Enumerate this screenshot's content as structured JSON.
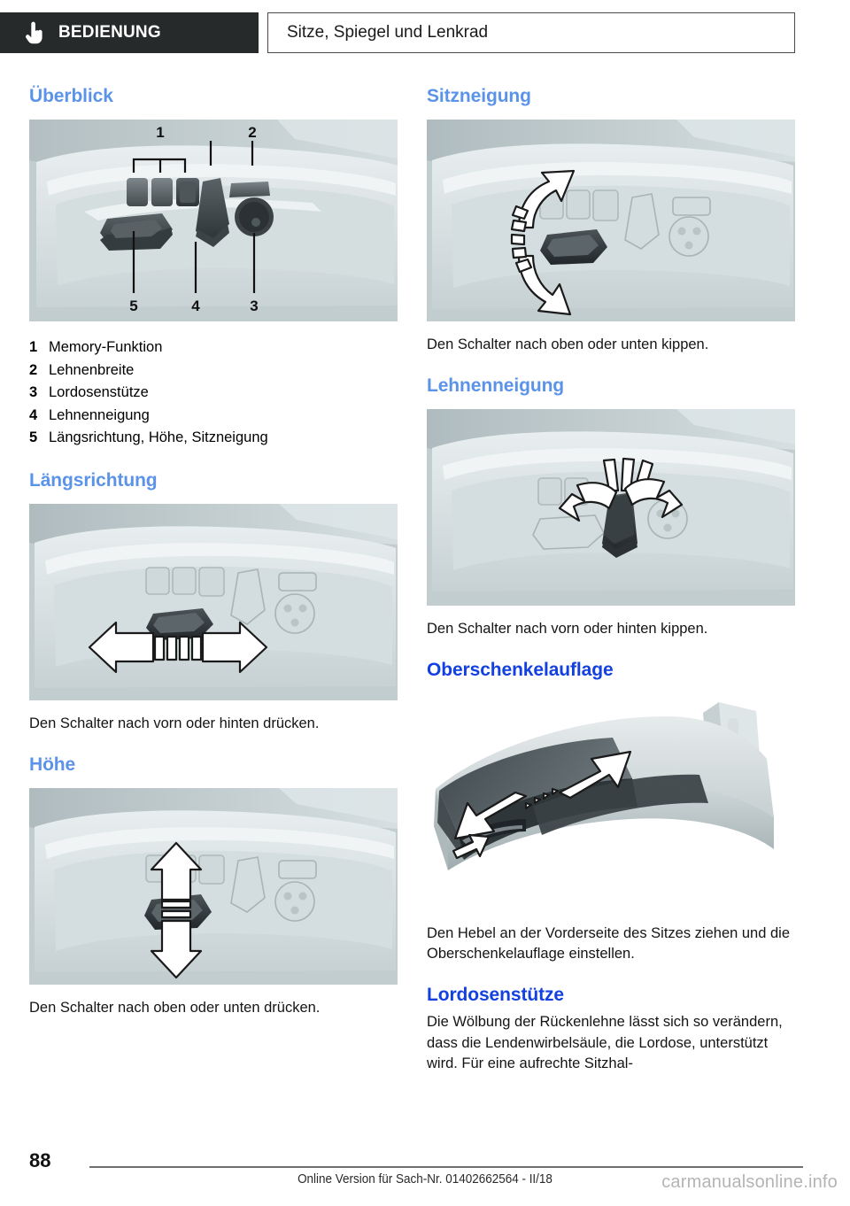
{
  "header": {
    "chapter_icon": "pointing-hand-icon",
    "chapter_label": "BEDIENUNG",
    "section_label": "Sitze, Spiegel und Lenkrad"
  },
  "colors": {
    "chapter_tab_bg": "#262a2b",
    "heading_blue_light": "#5b93e8",
    "heading_blue_dark": "#1340e0",
    "figure_bg": "#c2cdcf"
  },
  "left_column": {
    "overview": {
      "heading": "Überblick",
      "figure_name": "seat-control-panel-overview-figure",
      "callouts": [
        "1",
        "2",
        "3",
        "4",
        "5"
      ],
      "items": [
        {
          "num": "1",
          "label": "Memory-Funktion"
        },
        {
          "num": "2",
          "label": "Lehnenbreite"
        },
        {
          "num": "3",
          "label": "Lordosenstütze"
        },
        {
          "num": "4",
          "label": "Lehnenneigung"
        },
        {
          "num": "5",
          "label": "Längsrichtung, Höhe, Sitzneigung"
        }
      ]
    },
    "longitudinal": {
      "heading": "Längsrichtung",
      "figure_name": "seat-longitudinal-adjust-figure",
      "caption": "Den Schalter nach vorn oder hinten drücken."
    },
    "height": {
      "heading": "Höhe",
      "figure_name": "seat-height-adjust-figure",
      "caption": "Den Schalter nach oben oder unten drücken."
    }
  },
  "right_column": {
    "seat_tilt": {
      "heading": "Sitzneigung",
      "figure_name": "seat-tilt-adjust-figure",
      "caption": "Den Schalter nach oben oder unten kippen."
    },
    "backrest_tilt": {
      "heading": "Lehnenneigung",
      "figure_name": "backrest-tilt-adjust-figure",
      "caption": "Den Schalter nach vorn oder hinten kippen."
    },
    "thigh_support": {
      "heading": "Oberschenkelauflage",
      "figure_name": "thigh-support-adjust-figure",
      "caption": "Den Hebel an der Vorderseite des Sitzes ziehen und die Oberschenkelauflage einstellen."
    },
    "lumbar_support": {
      "heading": "Lordosenstütze",
      "body": "Die Wölbung der Rückenlehne lässt sich so verändern, dass die Lendenwirbelsäule, die Lordose, unterstützt wird. Für eine aufrechte Sitzhal-"
    }
  },
  "footer": {
    "page_number": "88",
    "note": "Online Version für Sach-Nr. 01402662564 - II/18",
    "watermark": "carmanualsonline.info"
  }
}
